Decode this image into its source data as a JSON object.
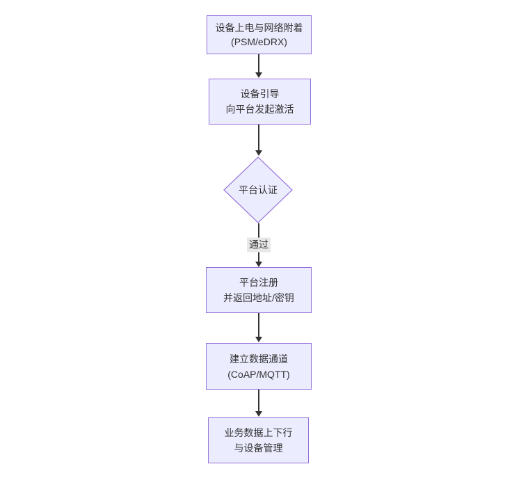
{
  "diagram": {
    "type": "flowchart",
    "direction": "top-down",
    "colors": {
      "node_fill": "#ECECFF",
      "node_border": "#9370DB",
      "node_text": "#333333",
      "edge_line": "#333333",
      "edge_label_background": "#e8e8e8",
      "page_background": "#ffffff"
    },
    "nodes": {
      "power_attach": {
        "line1": "设备上电与网络附着",
        "line2": "(PSM/eDRX)"
      },
      "bootstrap": {
        "line1": "设备引导",
        "line2": "向平台发起激活"
      },
      "auth": {
        "label": "平台认证"
      },
      "register": {
        "line1": "平台注册",
        "line2": "并返回地址/密钥"
      },
      "channel": {
        "line1": "建立数据通道",
        "line2": "(CoAP/MQTT)"
      },
      "business": {
        "line1": "业务数据上下行",
        "line2": "与设备管理"
      }
    },
    "edges": {
      "auth_pass_label": "通过"
    }
  }
}
